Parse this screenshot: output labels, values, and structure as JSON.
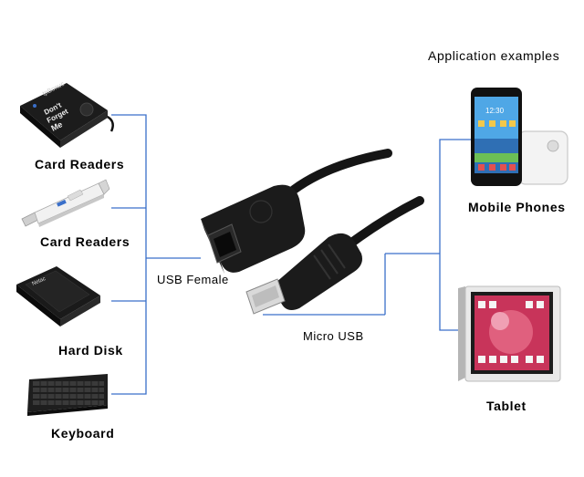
{
  "header": {
    "title": "Application examples"
  },
  "left_devices": [
    {
      "label": "Card Readers",
      "icon": "card-reader-hub-icon"
    },
    {
      "label": "Card Readers",
      "icon": "usb-card-reader-stick-icon"
    },
    {
      "label": "Hard Disk",
      "icon": "hard-disk-icon"
    },
    {
      "label": "Keyboard",
      "icon": "keyboard-icon"
    }
  ],
  "center": {
    "usb_female": "USB Female",
    "micro_usb": "Micro USB"
  },
  "right_devices": [
    {
      "label": "Mobile Phones",
      "icon": "mobile-phone-icon"
    },
    {
      "label": "Tablet",
      "icon": "tablet-icon"
    }
  ],
  "device_text": {
    "reader_brand": "tpBonuc",
    "reader_lines": [
      "Don't",
      "Forget",
      "Me"
    ],
    "phone_time": "12:30"
  },
  "colors": {
    "line": "#3a6fc9",
    "cable": "#151515"
  }
}
